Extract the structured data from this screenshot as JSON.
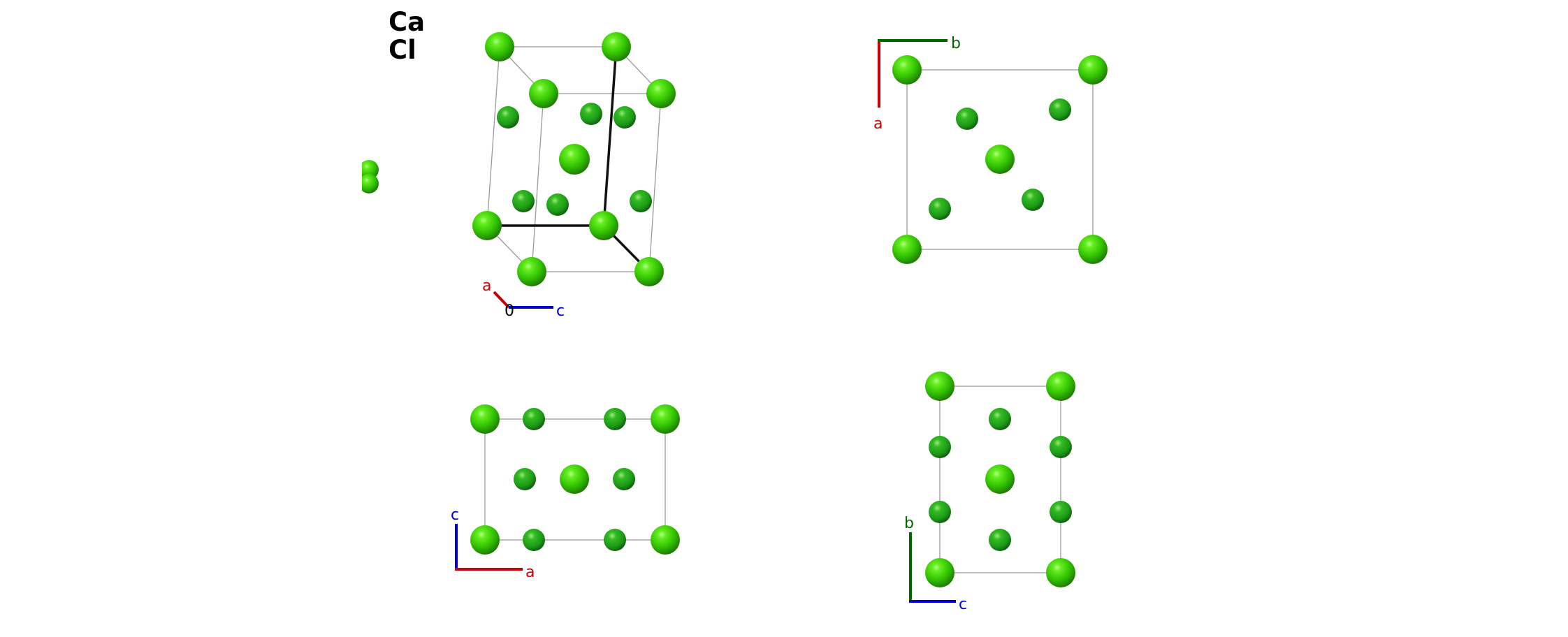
{
  "legend": {
    "elements": [
      {
        "symbol": "Ca",
        "color": "#000000"
      },
      {
        "symbol": "Cl",
        "color": "#000000"
      }
    ]
  },
  "atom_color": "#33cc00",
  "axes": {
    "a": {
      "label": "a",
      "color": "#cc0000"
    },
    "b": {
      "label": "b",
      "color": "#006600"
    },
    "c": {
      "label": "c",
      "color": "#0000cc"
    },
    "origin": {
      "label": "0",
      "color": "#000000"
    }
  },
  "views": [
    {
      "name": "perspective",
      "axis_labels": [
        "a",
        "0",
        "c"
      ]
    },
    {
      "name": "along-c",
      "axis_labels": [
        "b",
        "a"
      ]
    },
    {
      "name": "along-b",
      "axis_labels": [
        "c",
        "a"
      ]
    },
    {
      "name": "along-a",
      "axis_labels": [
        "b",
        "c"
      ]
    }
  ]
}
